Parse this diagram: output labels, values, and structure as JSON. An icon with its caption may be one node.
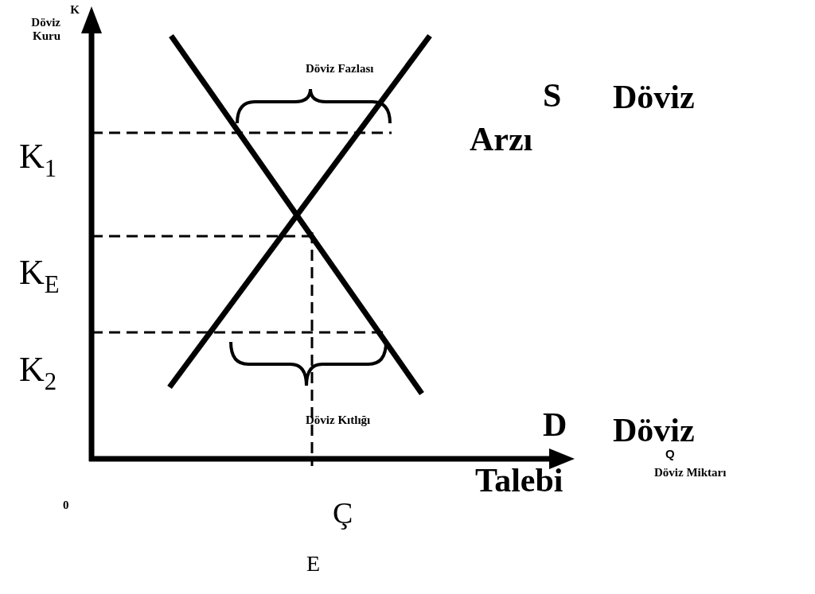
{
  "diagram": {
    "labels": [
      "K",
      "Döviz Kuru",
      "Döviz Fazlası",
      "S",
      "Döviz Arzı",
      "K$_{1}$",
      "K$_{E}$",
      "K$_{2}$",
      "Döviz Kıtlığı",
      "D",
      "Döviz Talebi",
      "Q",
      "Döviz Miktarı",
      "0",
      "Ç",
      "E"
    ]
  }
}
